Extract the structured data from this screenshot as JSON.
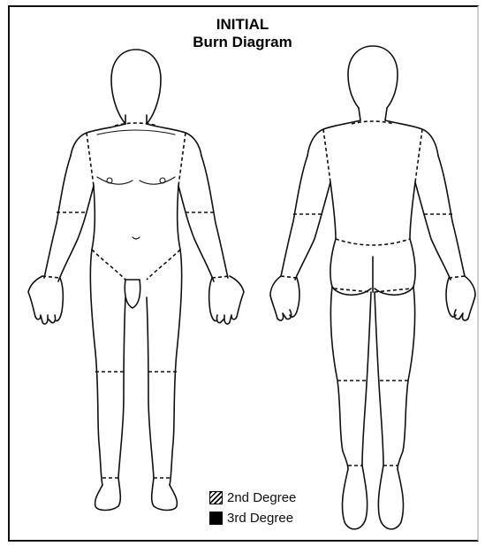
{
  "header": {
    "title_line1": "INITIAL",
    "title_line2": "Burn Diagram"
  },
  "legend": {
    "items": [
      {
        "label": "2nd Degree",
        "swatch": "hatched"
      },
      {
        "label": "3rd Degree",
        "swatch": "solid-black"
      }
    ]
  },
  "colors": {
    "ink": "#111111",
    "background": "#ffffff",
    "frame": "#111111"
  }
}
